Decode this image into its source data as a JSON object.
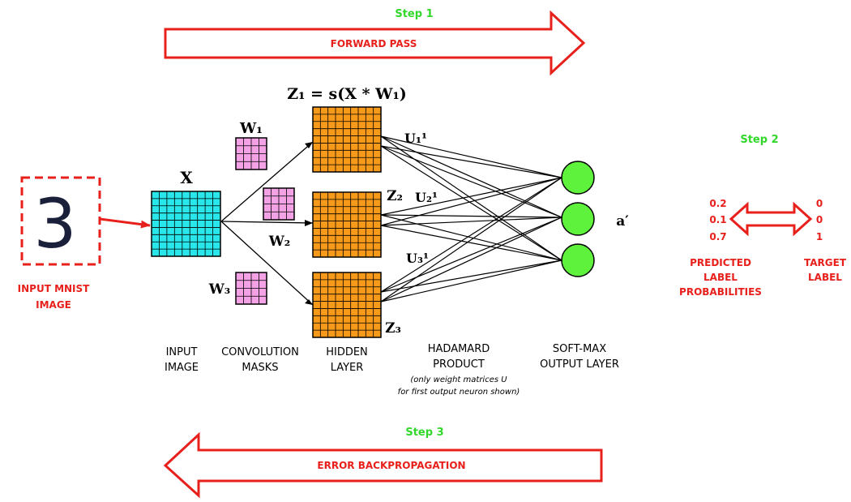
{
  "steps": {
    "step1": "Step 1",
    "step2": "Step 2",
    "step3": "Step 3"
  },
  "arrows": {
    "forward": "FORWARD PASS",
    "backward": "ERROR BACKPROPAGATION"
  },
  "input": {
    "digit": "3",
    "label_line1": "INPUT MNIST",
    "label_line2": "IMAGE"
  },
  "math": {
    "x": "X",
    "z1_eq": "Z₁ = s(X * W₁)",
    "w1": "W₁",
    "w2": "W₂",
    "w3": "W₃",
    "z2": "Z₂",
    "z3": "Z₃",
    "u1": "U₁¹",
    "u2": "U₂¹",
    "u3": "U₃¹",
    "a": "a′"
  },
  "captions": {
    "input_image": [
      "INPUT",
      "IMAGE"
    ],
    "conv_masks": [
      "CONVOLUTION",
      "MASKS"
    ],
    "hidden_layer": [
      "HIDDEN",
      "LAYER"
    ],
    "hadamard": [
      "HADAMARD",
      "PRODUCT"
    ],
    "hadamard_note": [
      "(only weight matrices U",
      "for first output neuron shown)"
    ],
    "softmax": [
      "SOFT-MAX",
      "OUTPUT LAYER"
    ]
  },
  "comparison": {
    "predicted": [
      "0.2",
      "0.1",
      "0.7"
    ],
    "target": [
      "0",
      "0",
      "1"
    ],
    "predicted_label": [
      "PREDICTED",
      "LABEL",
      "PROBABILITIES"
    ],
    "target_label": [
      "TARGET",
      "LABEL"
    ]
  },
  "colors": {
    "red": "#e8201c",
    "green": "#31d82a",
    "cyan": "#29e6ea",
    "orange": "#f79a1a",
    "pink": "#f3a2e6",
    "neuron": "#5ff23c"
  }
}
